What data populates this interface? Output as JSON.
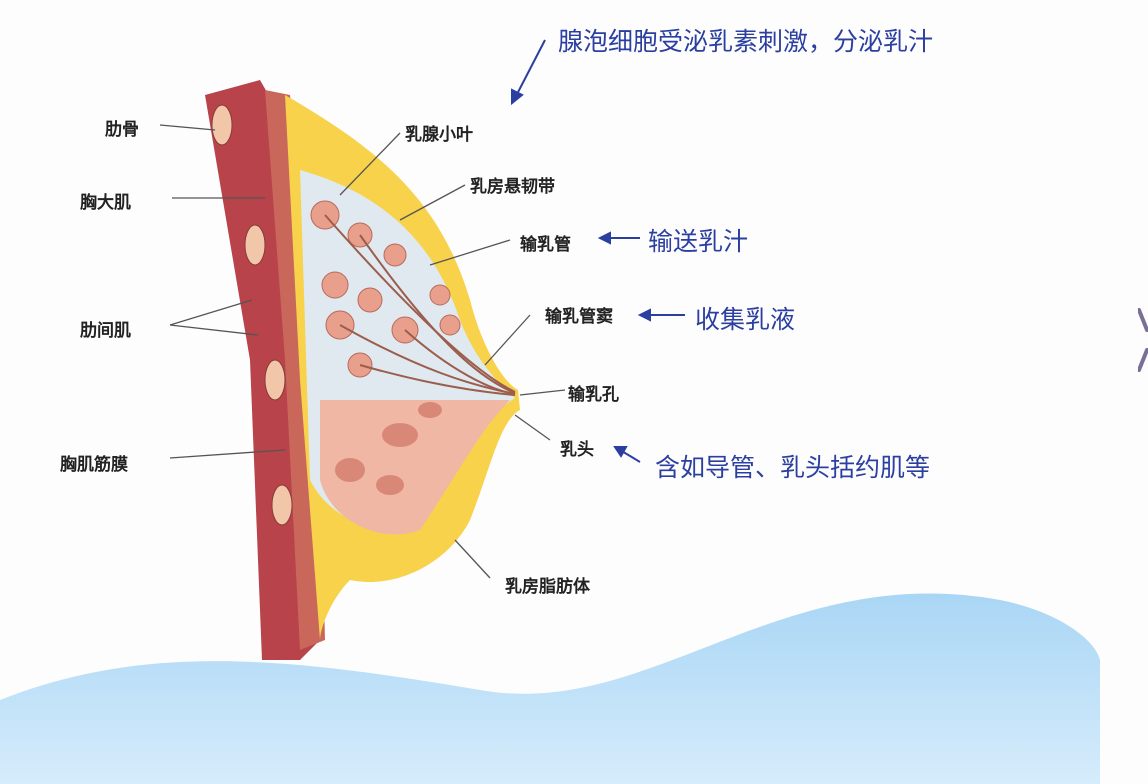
{
  "labels_left": [
    "肋骨",
    "胸大肌",
    "肋间肌",
    "胸肌筋膜"
  ],
  "labels_right": [
    "乳腺小叶",
    "乳房悬韧带",
    "输乳管",
    "输乳管窦",
    "输乳孔",
    "乳头",
    "乳房脂肪体"
  ],
  "notes": {
    "top": "腺泡细胞受泌乳素刺激，分泌乳汁",
    "duct": "输送乳汁",
    "sinus": "收集乳液",
    "nipple": "含如导管、乳头括约肌等"
  },
  "colors": {
    "note_text": "#2b3fa0",
    "wave": "#a9d6f5",
    "muscle": "#b8434a",
    "fat": "#f0c23a",
    "gland": "#e8a08c"
  },
  "icons": [
    "chevron-icon"
  ]
}
